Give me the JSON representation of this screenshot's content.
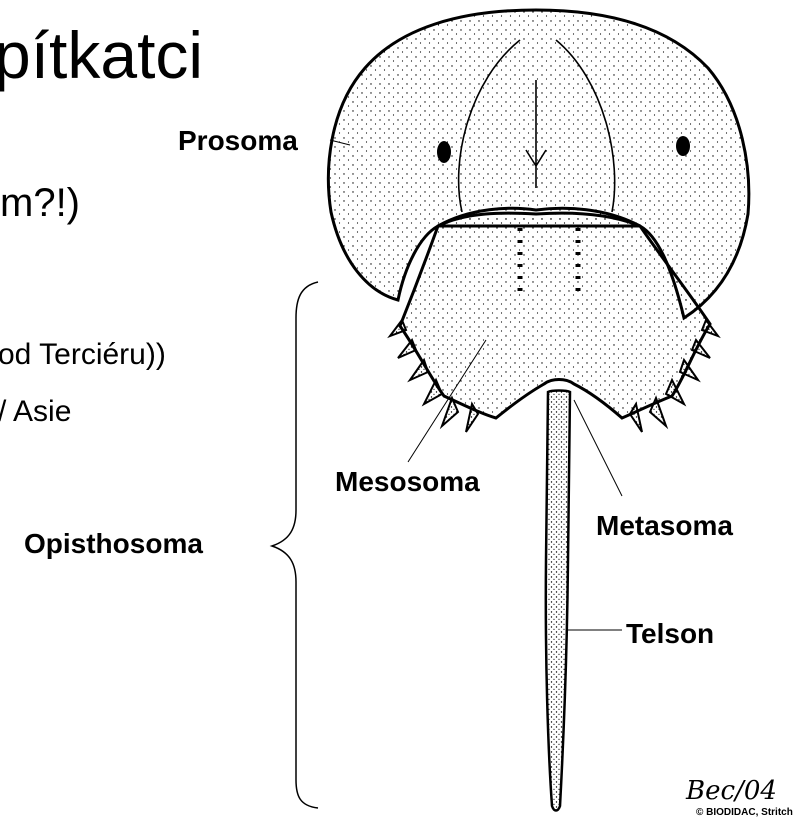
{
  "slide": {
    "title": "pítkatci",
    "line1": "m?!)",
    "line2": "od Terciéru))",
    "line3": "/ Asie"
  },
  "labels": {
    "prosoma": "Prosoma",
    "mesosoma": "Mesosoma",
    "metasoma": "Metasoma",
    "opisthosoma": "Opisthosoma",
    "telson": "Telson"
  },
  "credit": {
    "signature": "Bec/04",
    "source": "© BIODIDAC, Stritch"
  }
}
